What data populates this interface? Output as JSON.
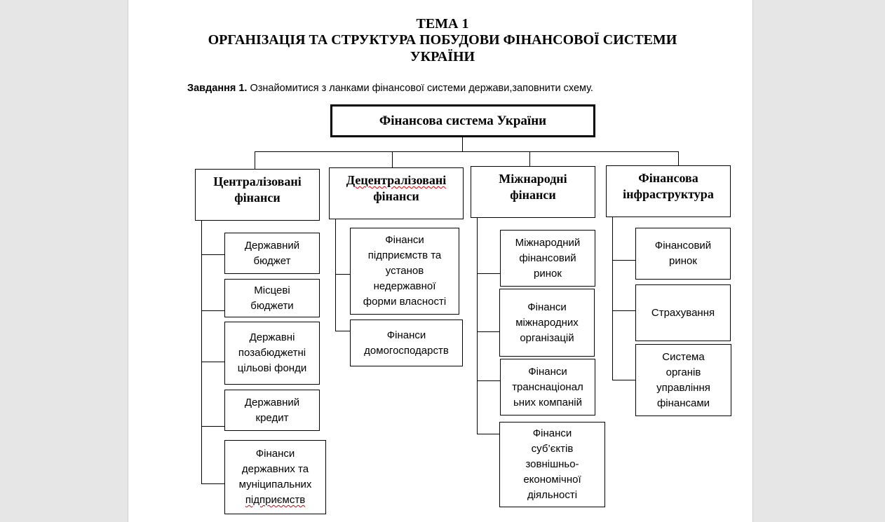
{
  "title": {
    "line1": "ТЕМА 1",
    "line2": "ОРГАНІЗАЦІЯ ТА СТРУКТУРА ПОБУДОВИ ФІНАНСОВОЇ СИСТЕМИ",
    "line3": "УКРАЇНИ"
  },
  "task": {
    "label": "Завдання 1.",
    "text": " Ознайомитися з ланками фінансової системи держави,заповнити схему."
  },
  "diagram": {
    "root": "Фінансова система України",
    "columns": [
      {
        "title": [
          "Централізовані",
          "фінанси"
        ],
        "items": [
          [
            "Державний",
            "бюджет"
          ],
          [
            "Місцеві",
            "бюджети"
          ],
          [
            "Державні",
            "позабюджетні",
            "цільові фонди"
          ],
          [
            "Державний",
            "кредит"
          ],
          [
            "Фінанси",
            "державних та",
            "муніципальних",
            "підприємств"
          ]
        ]
      },
      {
        "title": [
          "Децентралізовані",
          "фінанси"
        ],
        "items": [
          [
            "Фінанси",
            "підприємств та",
            "установ",
            "недержавної",
            "форми власності"
          ],
          [
            "Фінанси",
            "домогосподарств"
          ]
        ]
      },
      {
        "title": [
          "Міжнародні",
          "фінанси"
        ],
        "items": [
          [
            "Міжнародний",
            "фінансовий",
            "ринок"
          ],
          [
            "Фінанси",
            "міжнародних",
            "організацій"
          ],
          [
            "Фінанси",
            "транснаціонал",
            "ьних компаній"
          ],
          [
            "Фінанси",
            "суб’єктів",
            "зовнішньо-",
            "економічної",
            "діяльності"
          ]
        ]
      },
      {
        "title": [
          "Фінансова",
          "інфраструктура"
        ],
        "items": [
          [
            "Фінансовий",
            "ринок"
          ],
          [
            "Страхування"
          ],
          [
            "Система",
            "органів",
            "управління",
            "фінансами"
          ]
        ]
      }
    ]
  }
}
